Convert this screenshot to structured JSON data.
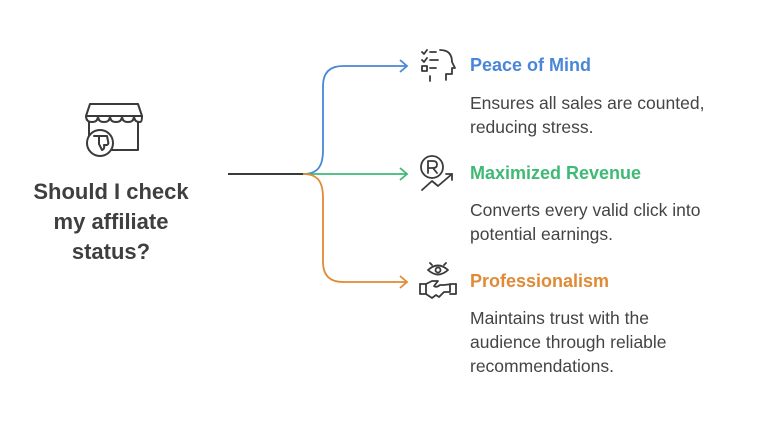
{
  "question": {
    "line1": "Should I check",
    "line2": "my affiliate",
    "line3": "status?",
    "icon": "store-thumbs-down-icon"
  },
  "branches": [
    {
      "title": "Peace of Mind",
      "description_line1": "Ensures all sales are counted,",
      "description_line2": "reducing stress.",
      "color": "#4a86d8",
      "icon": "head-checklist-icon"
    },
    {
      "title": "Maximized Revenue",
      "description_line1": "Converts every valid click into",
      "description_line2": "potential earnings.",
      "color": "#3fba74",
      "icon": "revenue-growth-icon"
    },
    {
      "title": "Professionalism",
      "description_line1": "Maintains trust with the",
      "description_line2": "audience through reliable",
      "description_line3": "recommendations.",
      "color": "#e08a35",
      "icon": "handshake-trust-icon"
    }
  ],
  "colors": {
    "text": "#444444",
    "heading": "#3f3f3f",
    "trunk": "#3a3a3a"
  }
}
